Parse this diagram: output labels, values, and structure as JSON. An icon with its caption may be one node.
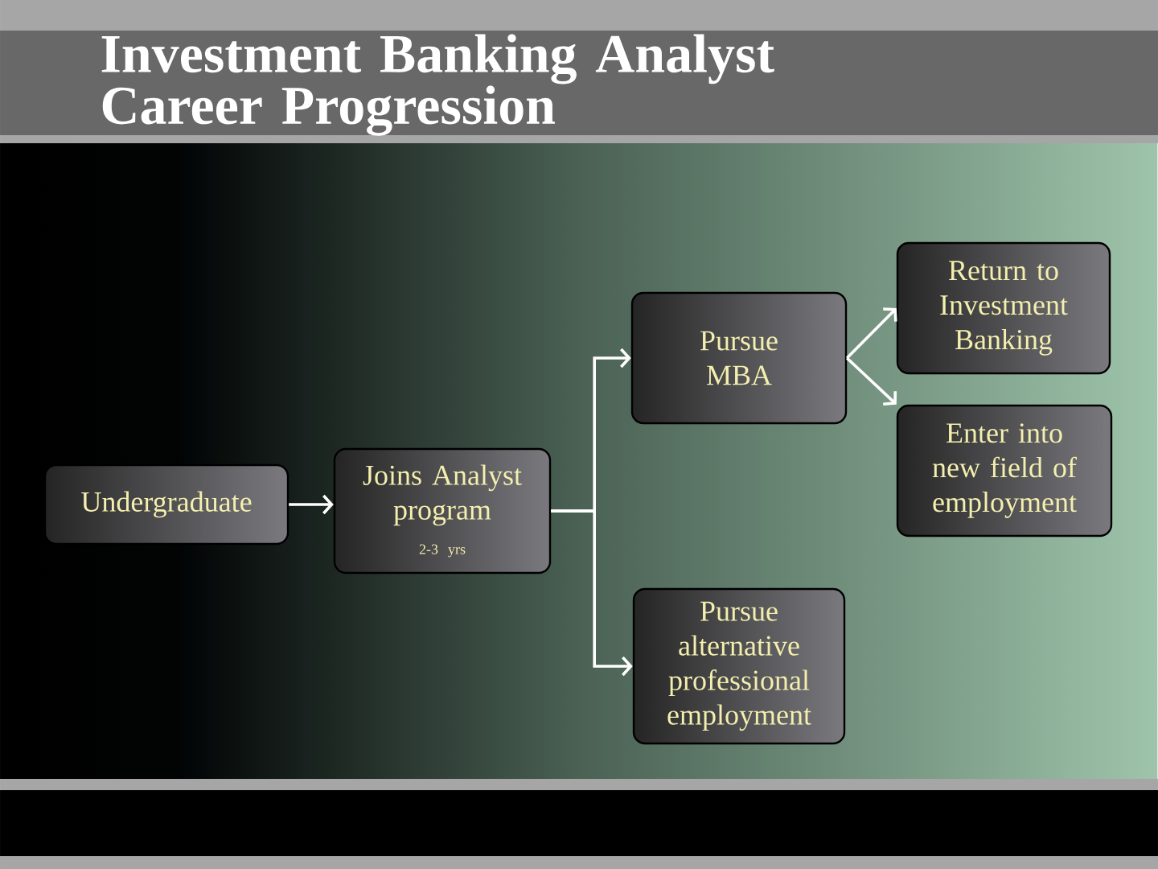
{
  "diagram": {
    "title": "Investment Banking Analyst Career Progression",
    "nodes": [
      {
        "text": [
          "Undergraduate"
        ]
      },
      {
        "text": [
          "Joins Analyst program",
          "2-3 yrs"
        ]
      },
      {
        "text": [
          "Pursue MBA"
        ]
      },
      {
        "text": [
          "Return to Investment Banking"
        ]
      },
      {
        "text": [
          "Enter into new field of employment"
        ]
      },
      {
        "text": [
          "Pursue alternative professional employment"
        ]
      }
    ],
    "edges": [
      {
        "from": 0,
        "to": 1,
        "arrow": "to"
      },
      {
        "from": 1,
        "to": 2,
        "arrow": "to"
      },
      {
        "from": 1,
        "to": 5,
        "arrow": "to"
      },
      {
        "from": 2,
        "to": 3,
        "arrow": "to"
      },
      {
        "from": 2,
        "to": 4,
        "arrow": "to"
      }
    ]
  }
}
